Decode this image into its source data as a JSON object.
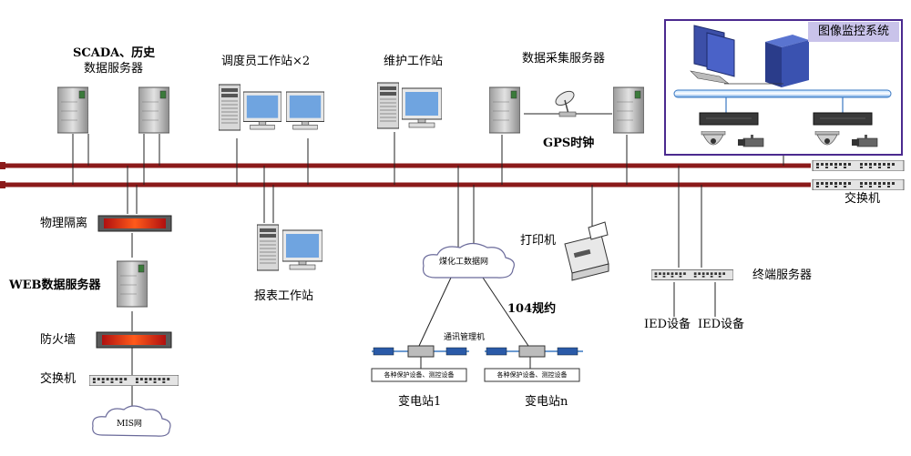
{
  "labels": {
    "scada_line1": "SCADA、历史",
    "scada_line2": "数据服务器",
    "dispatcher": "调度员工作站×2",
    "maintenance": "维护工作站",
    "data_acq": "数据采集服务器",
    "gps": "GPS时钟",
    "switch_right": "交换机",
    "physical_isolation": "物理隔离",
    "web_server": "WEB数据服务器",
    "firewall": "防火墙",
    "switch_left": "交换机",
    "mis": "MIS网",
    "report_ws": "报表工作站",
    "coal_network": "煤化工数据网",
    "protocol": "104规约",
    "printer": "打印机",
    "terminal_server": "终端服务器",
    "ied1": "IED设备",
    "ied2": "IED设备",
    "comm_manager": "通讯管理机",
    "protect_dev1": "各种保护设备、测控设备",
    "protect_dev2": "各种保护设备、测控设备",
    "substation1": "变电站1",
    "substationn": "变电站n",
    "image_monitor": "图像监控系统"
  },
  "colors": {
    "bus": "#8b1a1a",
    "panel_border": "#4b2a8f",
    "panel_title_bg": "#c9c3ea",
    "blue_pipe": "#3a78c2",
    "firewall_red": "#d83a1a"
  }
}
